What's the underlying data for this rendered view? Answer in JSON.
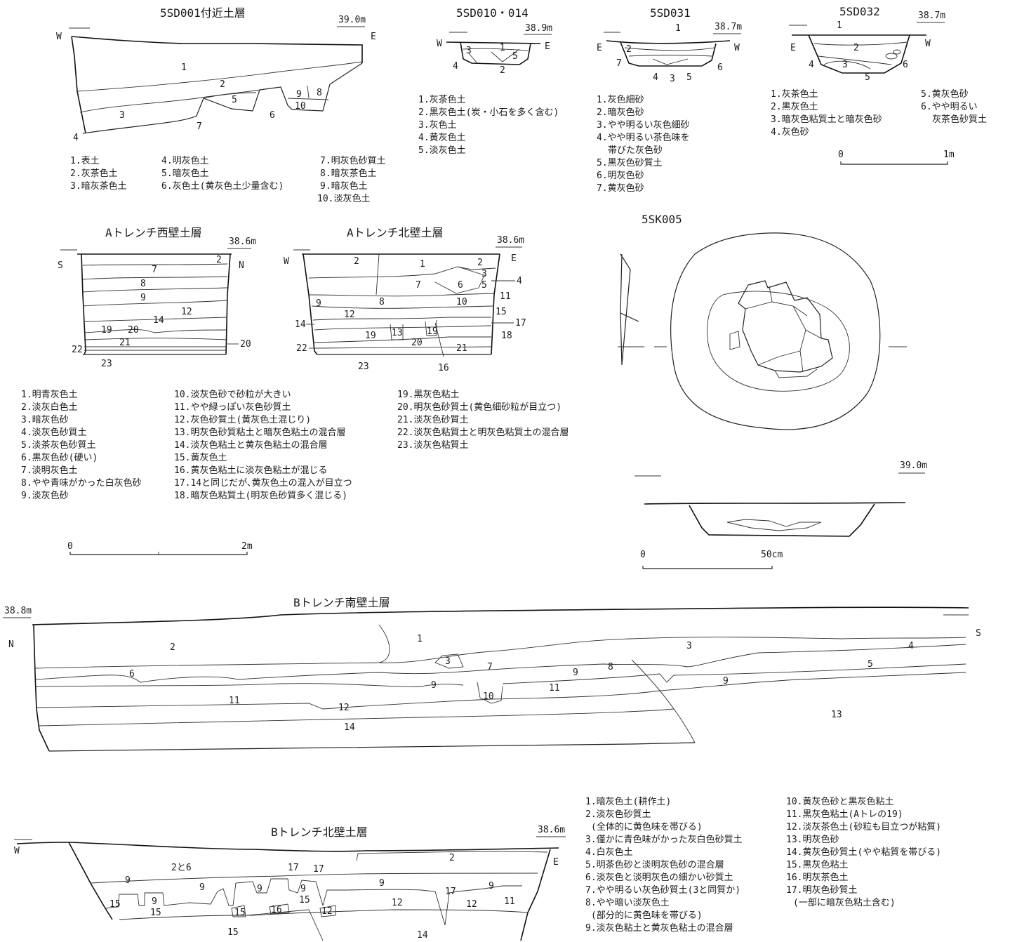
{
  "sections": {
    "sd001": {
      "title": "5SD001付近土層",
      "elev": "39.0m",
      "dir_left": "W",
      "dir_right": "E",
      "nums": [
        "1",
        "2",
        "3",
        "4",
        "5",
        "6",
        "7",
        "8",
        "9",
        "10"
      ],
      "legend": [
        "1.表土",
        "2.灰茶色土",
        "3.暗灰茶色土",
        "4.明灰色土",
        "5.暗灰色土",
        "6.灰色土(黄灰色土少量含む)",
        "7.明灰色砂質土",
        "8.暗灰茶色土",
        "9.暗灰色土",
        "10.淡灰色土"
      ]
    },
    "sd010": {
      "title": "5SD010・014",
      "elev": "38.9m",
      "dir_left": "W",
      "dir_right": "E",
      "nums": [
        "1",
        "2",
        "3",
        "4",
        "5"
      ],
      "legend": [
        "1.灰茶色土",
        "2.黒灰色土(炭・小石を多く含む)",
        "3.灰色土",
        "4.黄灰色土",
        "5.淡灰色土"
      ]
    },
    "sd031": {
      "title": "5SD031",
      "elev": "38.7m",
      "dir_left": "E",
      "dir_right": "W",
      "nums": [
        "1",
        "2",
        "3",
        "4",
        "5",
        "6",
        "7"
      ],
      "legend": [
        "1.灰色細砂",
        "2.暗灰色砂",
        "3.やや明るい灰色細砂",
        "4.やや明るい茶色味を",
        "帯びた灰色砂",
        "5.黒灰色砂質土",
        "6.明灰色砂",
        "7.黄灰色砂"
      ]
    },
    "sd032": {
      "title": "5SD032",
      "elev": "38.7m",
      "dir_left": "E",
      "dir_right": "W",
      "nums": [
        "1",
        "2",
        "3",
        "4",
        "5",
        "6"
      ],
      "legend": [
        "1.灰茶色土",
        "2.黒灰色土",
        "3.暗灰色粘質土と暗灰色砂",
        "4.灰色砂",
        "5.黄灰色砂",
        "6.やや明るい",
        "灰茶色砂質土"
      ],
      "scale": {
        "start": "0",
        "end": "1m"
      }
    },
    "a_west": {
      "title": "Aトレンチ西壁土層",
      "elev": "38.6m",
      "dir_left": "S",
      "dir_right": "N",
      "nums": [
        "7",
        "8",
        "9",
        "12",
        "14",
        "19",
        "20",
        "21",
        "22",
        "23",
        "2",
        "20"
      ]
    },
    "a_north": {
      "title": "Aトレンチ北壁土層",
      "elev": "38.6m",
      "dir_left": "W",
      "dir_right": "E",
      "nums": [
        "2",
        "1",
        "2",
        "3",
        "4",
        "5",
        "6",
        "7",
        "8",
        "9",
        "10",
        "11",
        "12",
        "13",
        "14",
        "15",
        "16",
        "17",
        "18",
        "19",
        "20",
        "21",
        "22",
        "23",
        "19"
      ]
    },
    "a_legend": {
      "col1": [
        "1.明青灰色土",
        "2.淡灰白色土",
        "3.暗灰色砂",
        "4.淡灰色砂質土",
        "5.淡茶灰色砂質土",
        "6.黒灰色砂(硬い)",
        "7.淡明灰色土",
        "8.やや青味がかった白灰色砂",
        "9.淡灰色砂"
      ],
      "col2": [
        "10.淡灰色砂で砂粒が大きい",
        "11.やや緑っぽい灰色砂質土",
        "12.灰色砂質土(黄灰色土混じり)",
        "13.明灰色砂質粘土と暗灰色粘土の混合層",
        "14.淡灰色粘土と黄灰色粘土の混合層",
        "15.黄灰色土",
        "16.黄灰色粘土に淡灰色粘土が混じる",
        "17.14と同じだが､黄灰色土の混入が目立つ",
        "18.暗灰色粘質土(明灰色砂質多く混じる)"
      ],
      "col3": [
        "19.黒灰色粘土",
        "20.明灰色砂質土(黄色細砂粒が目立つ)",
        "21.淡灰色砂質土",
        "22.淡灰色粘質土と明灰色粘質土の混合層",
        "23.淡灰色粘質土"
      ],
      "scale": {
        "start": "0",
        "end": "2m"
      }
    },
    "sk005": {
      "title": "5SK005",
      "elev": "39.0m",
      "scale": {
        "start": "0",
        "end": "50cm"
      }
    },
    "b_south": {
      "title": "Bトレンチ南壁土層",
      "elev": "38.8m",
      "dir_left": "N",
      "dir_right": "S",
      "nums": [
        "1",
        "2",
        "3",
        "4",
        "5",
        "6",
        "7",
        "8",
        "9",
        "9",
        "9",
        "10",
        "11",
        "11",
        "12",
        "13",
        "14",
        "3"
      ]
    },
    "b_north": {
      "title": "Bトレンチ北壁土層",
      "elev": "38.6m",
      "dir_left": "W",
      "dir_right": "E",
      "nums": [
        "2と6",
        "2",
        "9",
        "9",
        "15",
        "9",
        "15",
        "9",
        "15",
        "16",
        "17",
        "17",
        "9",
        "15",
        "12",
        "9",
        "12",
        "17",
        "9",
        "12",
        "11",
        "14",
        "15"
      ],
      "legend_col1": [
        "1.暗灰色土(耕作土)",
        "2.淡灰色砂質土",
        "(全体的に黄色味を帯びる)",
        "3.僅かに青色味がかった灰白色砂質土",
        "4.白灰色土",
        "5.明茶色砂と淡明灰色砂の混合層",
        "6.淡灰色と淡明灰色の細かい砂質土",
        "7.やや明るい灰色砂質土(3と同質か)",
        "8.やや暗い淡灰色土",
        "(部分的に黄色味を帯びる)",
        "9.淡灰色粘土と黄灰色粘土の混合層"
      ],
      "legend_col2": [
        "10.黄灰色砂と黒灰色粘土",
        "11.黒灰色粘土(Aトレの19)",
        "12.淡灰茶色土(砂粒も目立つが粘質)",
        "13.明灰色砂",
        "14.黄灰色砂質土(やや粘質を帯びる)",
        "15.黒灰色粘土",
        "16.明灰茶色土",
        "17.明灰色砂質土",
        "(一部に暗灰色粘土含む)"
      ]
    }
  }
}
